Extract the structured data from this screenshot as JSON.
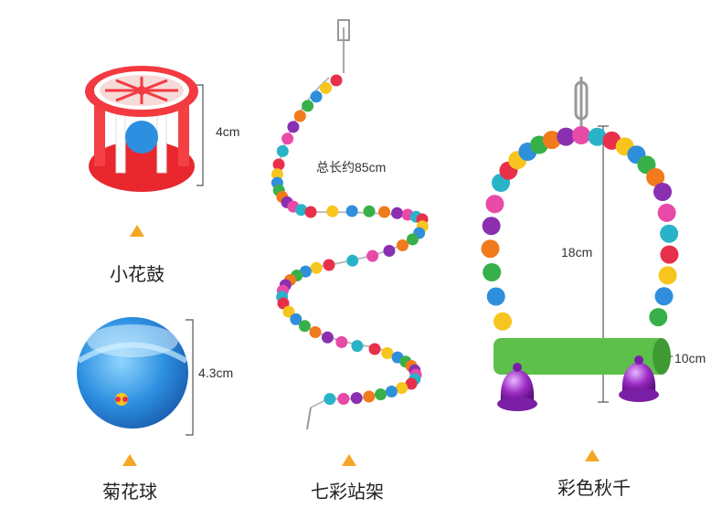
{
  "products": [
    {
      "name": "小花鼓",
      "size": "4cm"
    },
    {
      "name": "菊花球",
      "size": "4.3cm"
    },
    {
      "name": "七彩站架",
      "size": "总长约85cm"
    },
    {
      "name": "彩色秋千",
      "size": "18cm",
      "size2": "10cm"
    }
  ],
  "colors": {
    "accent": "#f5a623",
    "drum_red": "#f2383e",
    "ball_blue": "#2d8fe0",
    "perch_green": "#5cc04a",
    "bell_purple": "#9b2bc4",
    "bead_palette": [
      "#e8304a",
      "#f7c51e",
      "#2f8fdc",
      "#38b04a",
      "#f07a1c",
      "#8a2fb0",
      "#e84aa8",
      "#29b3c9"
    ]
  }
}
